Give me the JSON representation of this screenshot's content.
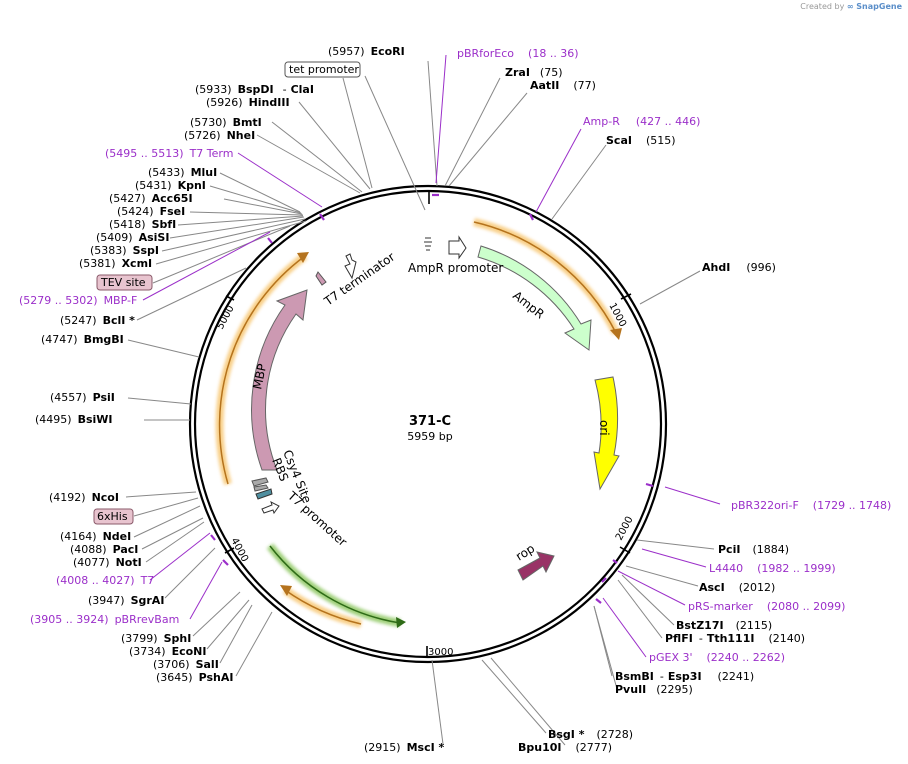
{
  "credit": {
    "prefix": "Created by",
    "brand": "SnapGene"
  },
  "center": {
    "name": "371-C",
    "size": "5959 bp"
  },
  "ticks": [
    "1000",
    "2000",
    "3000",
    "4000",
    "5000"
  ],
  "features": {
    "ampr_promoter": "AmpR promoter",
    "ampr": "AmpR",
    "ori": "ori",
    "rop": "rop",
    "t7_terminator": "T7 terminator",
    "mbp": "MBP",
    "csy4": "Csy4 Site",
    "rbs": "RBS",
    "t7_promoter": "T7 promoter"
  },
  "boxed": {
    "tet": "tet promoter",
    "tev": "TEV site",
    "his": "6xHis"
  },
  "labels": {
    "ecori": {
      "pos": "(5957)",
      "name": "EcoRI"
    },
    "pbrforeco": {
      "name": "pBRforEco",
      "range": "(18 .. 36)"
    },
    "zrai": {
      "name": "ZraI",
      "pos": "(75)"
    },
    "aatii": {
      "name": "AatII",
      "pos": "(77)"
    },
    "bspdi": {
      "pos": "(5933)",
      "name": "BspDI",
      "sep": "-",
      "name2": "ClaI"
    },
    "hindiii": {
      "pos": "(5926)",
      "name": "HindIII"
    },
    "bmti": {
      "pos": "(5730)",
      "name": "BmtI"
    },
    "nhei": {
      "pos": "(5726)",
      "name": "NheI"
    },
    "ampr_primer": {
      "name": "Amp-R",
      "range": "(427 .. 446)"
    },
    "scai": {
      "name": "ScaI",
      "pos": "(515)"
    },
    "t7term": {
      "range": "(5495 .. 5513)",
      "name": "T7 Term"
    },
    "mlui": {
      "pos": "(5433)",
      "name": "MluI"
    },
    "kpni": {
      "pos": "(5431)",
      "name": "KpnI"
    },
    "acc65i": {
      "pos": "(5427)",
      "name": "Acc65I"
    },
    "fsei": {
      "pos": "(5424)",
      "name": "FseI"
    },
    "sbfi": {
      "pos": "(5418)",
      "name": "SbfI"
    },
    "asisi": {
      "pos": "(5409)",
      "name": "AsiSI"
    },
    "sspi": {
      "pos": "(5383)",
      "name": "SspI"
    },
    "xcmi": {
      "pos": "(5381)",
      "name": "XcmI"
    },
    "ahdi": {
      "name": "AhdI",
      "pos": "(996)"
    },
    "mbpf": {
      "range": "(5279 .. 5302)",
      "name": "MBP-F"
    },
    "bcli": {
      "pos": "(5247)",
      "name": "BclI *"
    },
    "bmgbi": {
      "pos": "(4747)",
      "name": "BmgBI"
    },
    "psii": {
      "pos": "(4557)",
      "name": "PsiI"
    },
    "bsiwi": {
      "pos": "(4495)",
      "name": "BsiWI"
    },
    "ncoi": {
      "pos": "(4192)",
      "name": "NcoI"
    },
    "pbr322": {
      "name": "pBR322ori-F",
      "range": "(1729 .. 1748)"
    },
    "ndei": {
      "pos": "(4164)",
      "name": "NdeI"
    },
    "paci": {
      "pos": "(4088)",
      "name": "PacI"
    },
    "noti": {
      "pos": "(4077)",
      "name": "NotI"
    },
    "pcii": {
      "name": "PciI",
      "pos": "(1884)"
    },
    "l4440": {
      "name": "L4440",
      "range": "(1982 .. 1999)"
    },
    "t7": {
      "range": "(4008 .. 4027)",
      "name": "T7"
    },
    "asci": {
      "name": "AscI",
      "pos": "(2012)"
    },
    "sgrai": {
      "pos": "(3947)",
      "name": "SgrAI"
    },
    "prsmarker": {
      "name": "pRS-marker",
      "range": "(2080 .. 2099)"
    },
    "pbrrevbam": {
      "range": "(3905 .. 3924)",
      "name": "pBRrevBam"
    },
    "bstz17i": {
      "name": "BstZ17I",
      "pos": "(2115)"
    },
    "sphi": {
      "pos": "(3799)",
      "name": "SphI"
    },
    "pflfi": {
      "name": "PflFI",
      "sep": "-",
      "name2": "Tth111I",
      "pos": "(2140)"
    },
    "econi": {
      "pos": "(3734)",
      "name": "EcoNI"
    },
    "sali": {
      "pos": "(3706)",
      "name": "SalI"
    },
    "pgex": {
      "name": "pGEX 3'",
      "range": "(2240 .. 2262)"
    },
    "pshai": {
      "pos": "(3645)",
      "name": "PshAI"
    },
    "bsmbi": {
      "name": "BsmBI",
      "sep": "-",
      "name2": "Esp3I",
      "pos": "(2241)"
    },
    "pvuii": {
      "name": "PvuII",
      "pos": "(2295)"
    },
    "bsgi": {
      "name": "BsgI *",
      "pos": "(2728)"
    },
    "bpu10i": {
      "name": "Bpu10I",
      "pos": "(2777)"
    },
    "msci": {
      "pos": "(2915)",
      "name": "MscI *"
    }
  },
  "colors": {
    "primer": "#9b2fc9",
    "ampr": "#ccffcc",
    "ori": "#ffff00",
    "mbp": "#cc99b2",
    "rop": "#993366",
    "orf": "#f7c46c",
    "green_orf": "#88c45a",
    "tev": "#e8c4cf",
    "rbs": "#4f8fa0"
  }
}
